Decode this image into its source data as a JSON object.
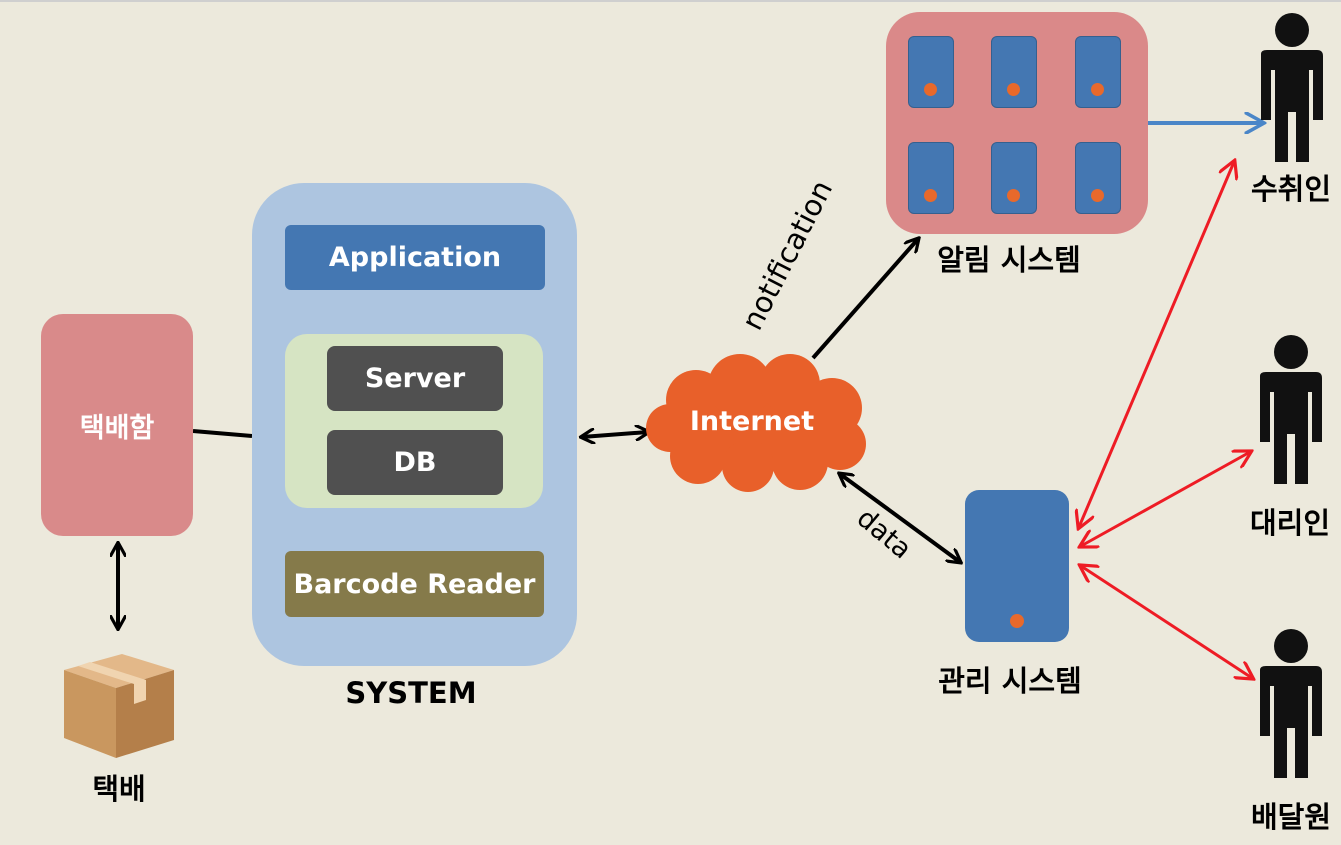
{
  "parcel_box": {
    "label": "택배함"
  },
  "parcel": {
    "label": "택배"
  },
  "system": {
    "label": "SYSTEM",
    "application": "Application",
    "server": "Server",
    "db": "DB",
    "barcode_reader": "Barcode Reader"
  },
  "internet": {
    "label": "Internet"
  },
  "links": {
    "notification": "notification",
    "data": "data"
  },
  "notification_system": {
    "label": "알림 시스템"
  },
  "management_system": {
    "label": "관리 시스템"
  },
  "people": {
    "recipient": "수취인",
    "proxy": "대리인",
    "courier": "배달원"
  },
  "colors": {
    "background": "#ece9dc",
    "system_panel": "#adc5e0",
    "application_box": "#4477b2",
    "server_box": "#505050",
    "db_group": "#d6e4c3",
    "barcode_box": "#857a4a",
    "parcel_box": "#d98a8a",
    "notification_system": "#da8989",
    "internet_cloud": "#e8602a",
    "management_device": "#4477b2",
    "status_dot": "#e8692b",
    "blue_arrow": "#4a86c8",
    "red_arrow": "#ee1c25",
    "black_arrow": "#000000"
  },
  "icons": [
    "parcel-box-icon",
    "person-icon",
    "cloud-icon",
    "server-unit-icon",
    "device-icon"
  ]
}
